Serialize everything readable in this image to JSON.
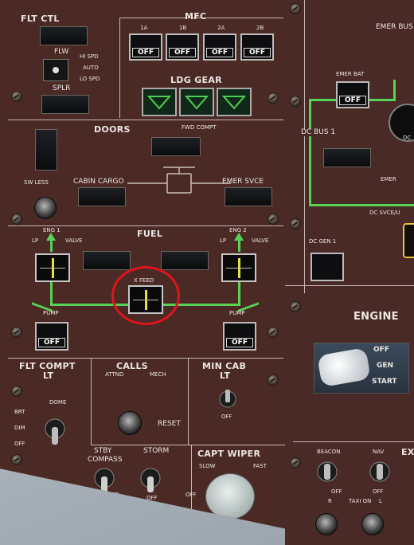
{
  "colors": {
    "panel": "#4b2a26",
    "flow_line": "#56d256",
    "highlight": "#e0141b"
  },
  "flt_ctl": {
    "title": "FLT CTL",
    "flw": "FLW",
    "opts": [
      "HI SPD",
      "AUTO",
      "LO SPD"
    ],
    "splr": "SPLR"
  },
  "mfc": {
    "title": "MFC",
    "buttons": [
      {
        "label": "1A",
        "cap": "OFF"
      },
      {
        "label": "1B",
        "cap": "OFF"
      },
      {
        "label": "2A",
        "cap": "OFF"
      },
      {
        "label": "2B",
        "cap": "OFF"
      }
    ]
  },
  "ldg_gear": {
    "title": "LDG GEAR"
  },
  "doors": {
    "title": "DOORS",
    "fwd": "FWD COMPT",
    "sw": "SW LESS",
    "cabin": "CABIN CARGO",
    "emer": "EMER SVCE"
  },
  "fuel": {
    "title": "FUEL",
    "eng1": "ENG 1",
    "eng2": "ENG 2",
    "lp": "LP",
    "valve": "VALVE",
    "xfeed": "X FEED",
    "pump": "PUMP",
    "pump1_cap": "OFF",
    "pump2_cap": "OFF"
  },
  "flt_compt": {
    "title": "FLT COMPT",
    "lt": "LT",
    "dome": "DOME",
    "opts": [
      "BRT",
      "DIM",
      "OFF"
    ]
  },
  "calls": {
    "title": "CALLS",
    "attnd": "ATTND",
    "mech": "MECH",
    "reset": "RESET"
  },
  "min_cab": {
    "title": "MIN CAB",
    "lt": "LT",
    "off": "OFF"
  },
  "stby": {
    "title": "STBY",
    "sub": "COMPASS",
    "off": "OFF"
  },
  "storm": {
    "title": "STORM",
    "off": "OFF"
  },
  "capt_wiper": {
    "title": "CAPT WIPER",
    "slow": "SLOW",
    "fast": "FAST",
    "off": "OFF"
  },
  "right": {
    "emer_bat": "EMER BAT",
    "emer_bat_cap": "OFF",
    "emer_bus": "EMER BUS",
    "dc_bus1": "DC BUS 1",
    "emer": "EMER",
    "dc_svce": "DC SVCE/U",
    "dc_gen1": "DC GEN 1",
    "dc": "DC",
    "engine": "ENGINE",
    "engine_opts": [
      "OFF",
      "GEN",
      "START"
    ],
    "beacon": "BEACON",
    "beacon_off": "OFF",
    "nav": "NAV",
    "nav_off": "OFF",
    "ex": "EX",
    "r": "R",
    "l": "L",
    "taxi": "TAXI ON"
  }
}
